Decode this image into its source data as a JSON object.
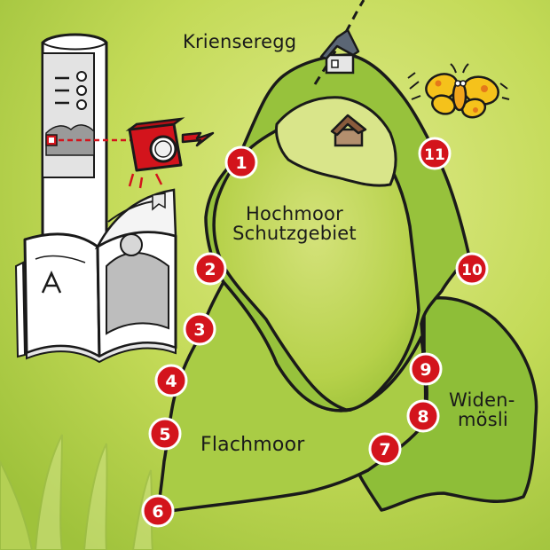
{
  "labels": {
    "krienseregg": "Krienseregg",
    "hochmoor_line1": "Hochmoor",
    "hochmoor_line2": "Schutzgebiet",
    "flachmoor": "Flachmoor",
    "widenmoesli_line1": "Widen-",
    "widenmoesli_line2": "mösli"
  },
  "stations": [
    {
      "number": "1"
    },
    {
      "number": "2"
    },
    {
      "number": "3"
    },
    {
      "number": "4"
    },
    {
      "number": "5"
    },
    {
      "number": "6"
    },
    {
      "number": "7"
    },
    {
      "number": "8"
    },
    {
      "number": "9"
    },
    {
      "number": "10"
    },
    {
      "number": "11"
    }
  ],
  "icons": {
    "building": "building-icon",
    "hut": "hut-icon",
    "butterfly": "butterfly-icon",
    "post": "information-post-icon",
    "stamp": "stamp-box-icon",
    "booklet": "booklet-icon",
    "arrow": "arrow-icon"
  },
  "colors": {
    "background": "#bcd64a",
    "light_green": "#cfe06a",
    "mid_green": "#a8c93c",
    "dark_green": "#7fb02e",
    "marker_red": "#d3141c",
    "marker_text": "#ffffff",
    "outline": "#1a1a1a",
    "butterfly": "#f5c21b"
  }
}
